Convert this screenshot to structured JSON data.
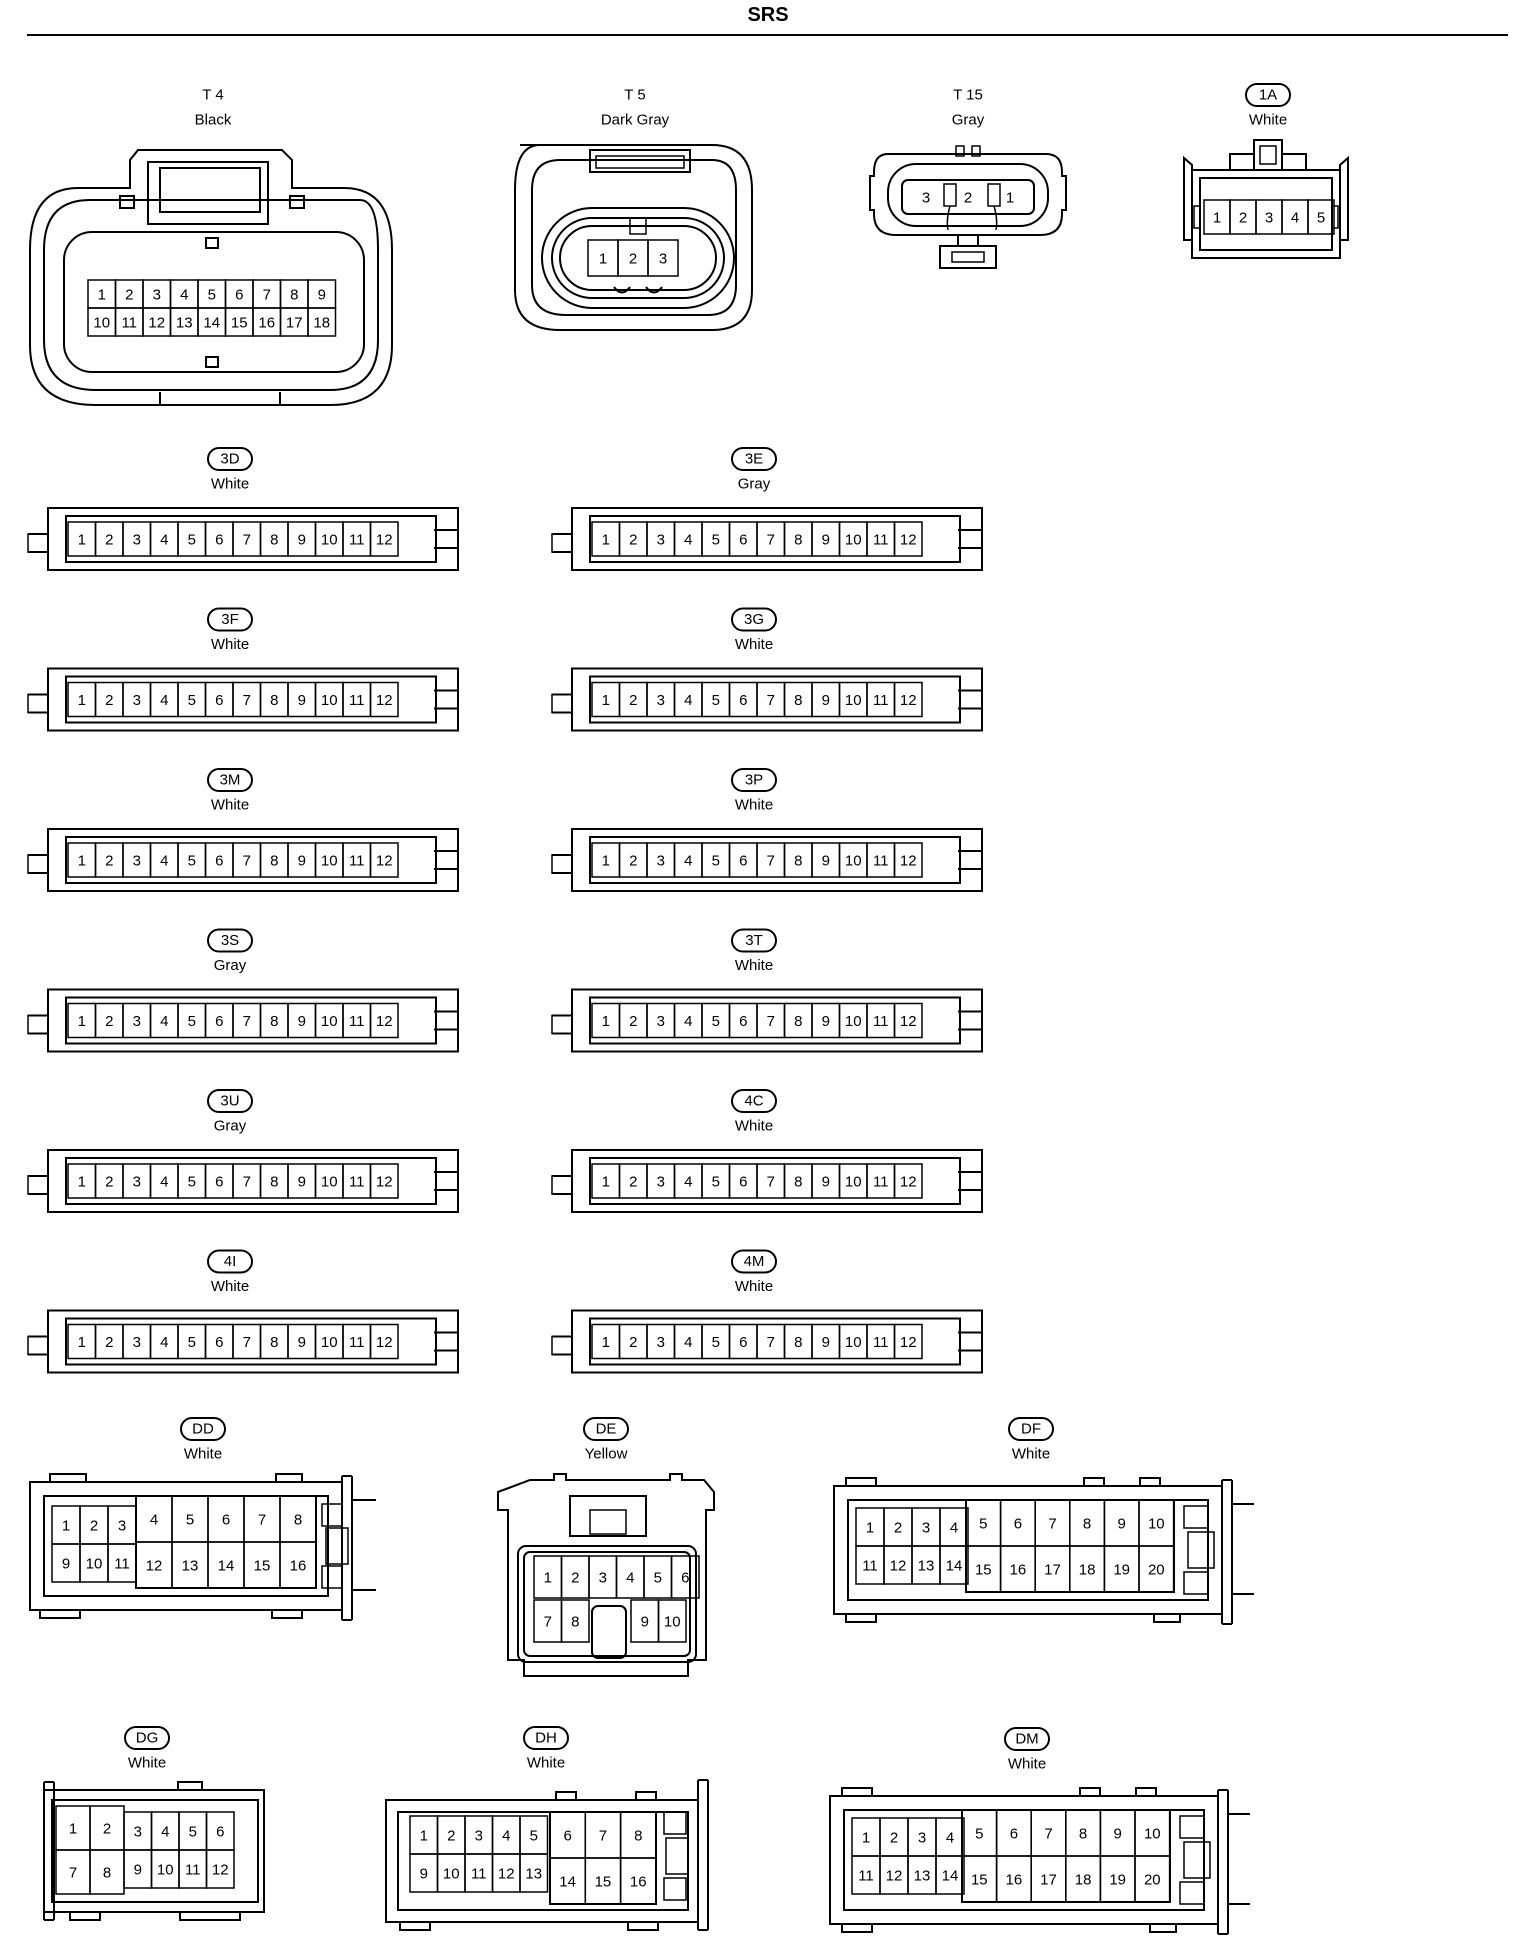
{
  "title": "SRS",
  "connectors": [
    {
      "id": "T4",
      "code": "T 4",
      "boxed": false,
      "color": "Black",
      "kind": "t4",
      "pins": [
        [
          "1",
          "2",
          "3",
          "4",
          "5",
          "6",
          "7",
          "8",
          "9"
        ],
        [
          "10",
          "11",
          "12",
          "13",
          "14",
          "15",
          "16",
          "17",
          "18"
        ]
      ]
    },
    {
      "id": "T5",
      "code": "T 5",
      "boxed": false,
      "color": "Dark Gray",
      "kind": "t5",
      "pins": [
        [
          "1",
          "2",
          "3"
        ]
      ]
    },
    {
      "id": "T15",
      "code": "T 15",
      "boxed": false,
      "color": "Gray",
      "kind": "t15",
      "pins": [
        [
          "3",
          "2",
          "1"
        ]
      ]
    },
    {
      "id": "1A",
      "code": "1A",
      "boxed": true,
      "color": "White",
      "kind": "c1a",
      "pins": [
        [
          "1",
          "2",
          "3",
          "4",
          "5"
        ]
      ]
    },
    {
      "id": "3D",
      "code": "3D",
      "boxed": true,
      "color": "White",
      "kind": "strip12"
    },
    {
      "id": "3E",
      "code": "3E",
      "boxed": true,
      "color": "Gray",
      "kind": "strip12"
    },
    {
      "id": "3F",
      "code": "3F",
      "boxed": true,
      "color": "White",
      "kind": "strip12"
    },
    {
      "id": "3G",
      "code": "3G",
      "boxed": true,
      "color": "White",
      "kind": "strip12"
    },
    {
      "id": "3M",
      "code": "3M",
      "boxed": true,
      "color": "White",
      "kind": "strip12"
    },
    {
      "id": "3P",
      "code": "3P",
      "boxed": true,
      "color": "White",
      "kind": "strip12"
    },
    {
      "id": "3S",
      "code": "3S",
      "boxed": true,
      "color": "Gray",
      "kind": "strip12"
    },
    {
      "id": "3T",
      "code": "3T",
      "boxed": true,
      "color": "White",
      "kind": "strip12"
    },
    {
      "id": "3U",
      "code": "3U",
      "boxed": true,
      "color": "Gray",
      "kind": "strip12"
    },
    {
      "id": "4C",
      "code": "4C",
      "boxed": true,
      "color": "White",
      "kind": "strip12"
    },
    {
      "id": "4I",
      "code": "4I",
      "boxed": true,
      "color": "White",
      "kind": "strip12"
    },
    {
      "id": "4M",
      "code": "4M",
      "boxed": true,
      "color": "White",
      "kind": "strip12"
    },
    {
      "id": "DD",
      "code": "DD",
      "boxed": true,
      "color": "White",
      "kind": "dd",
      "pins": [
        [
          "1",
          "2",
          "3",
          "4",
          "5",
          "6",
          "7",
          "8"
        ],
        [
          "9",
          "10",
          "11",
          "12",
          "13",
          "14",
          "15",
          "16"
        ]
      ]
    },
    {
      "id": "DE",
      "code": "DE",
      "boxed": true,
      "color": "Yellow",
      "kind": "de",
      "pins": [
        [
          "1",
          "2",
          "3",
          "4",
          "5",
          "6"
        ],
        [
          "7",
          "8",
          "9",
          "10"
        ]
      ]
    },
    {
      "id": "DF",
      "code": "DF",
      "boxed": true,
      "color": "White",
      "kind": "df",
      "pins": [
        [
          "1",
          "2",
          "3",
          "4",
          "5",
          "6",
          "7",
          "8",
          "9",
          "10"
        ],
        [
          "11",
          "12",
          "13",
          "14",
          "15",
          "16",
          "17",
          "18",
          "19",
          "20"
        ]
      ]
    },
    {
      "id": "DG",
      "code": "DG",
      "boxed": true,
      "color": "White",
      "kind": "dg",
      "pins": [
        [
          "1",
          "2",
          "3",
          "4",
          "5",
          "6"
        ],
        [
          "7",
          "8",
          "9",
          "10",
          "11",
          "12"
        ]
      ]
    },
    {
      "id": "DH",
      "code": "DH",
      "boxed": true,
      "color": "White",
      "kind": "dh",
      "pins": [
        [
          "1",
          "2",
          "3",
          "4",
          "5",
          "6",
          "7",
          "8"
        ],
        [
          "9",
          "10",
          "11",
          "12",
          "13",
          "14",
          "15",
          "16"
        ]
      ]
    },
    {
      "id": "DM",
      "code": "DM",
      "boxed": true,
      "color": "White",
      "kind": "dm",
      "pins": [
        [
          "1",
          "2",
          "3",
          "4",
          "5",
          "6",
          "7",
          "8",
          "9",
          "10"
        ],
        [
          "11",
          "12",
          "13",
          "14",
          "15",
          "16",
          "17",
          "18",
          "19",
          "20"
        ]
      ]
    }
  ],
  "strip12_pins": [
    "1",
    "2",
    "3",
    "4",
    "5",
    "6",
    "7",
    "8",
    "9",
    "10",
    "11",
    "12"
  ]
}
